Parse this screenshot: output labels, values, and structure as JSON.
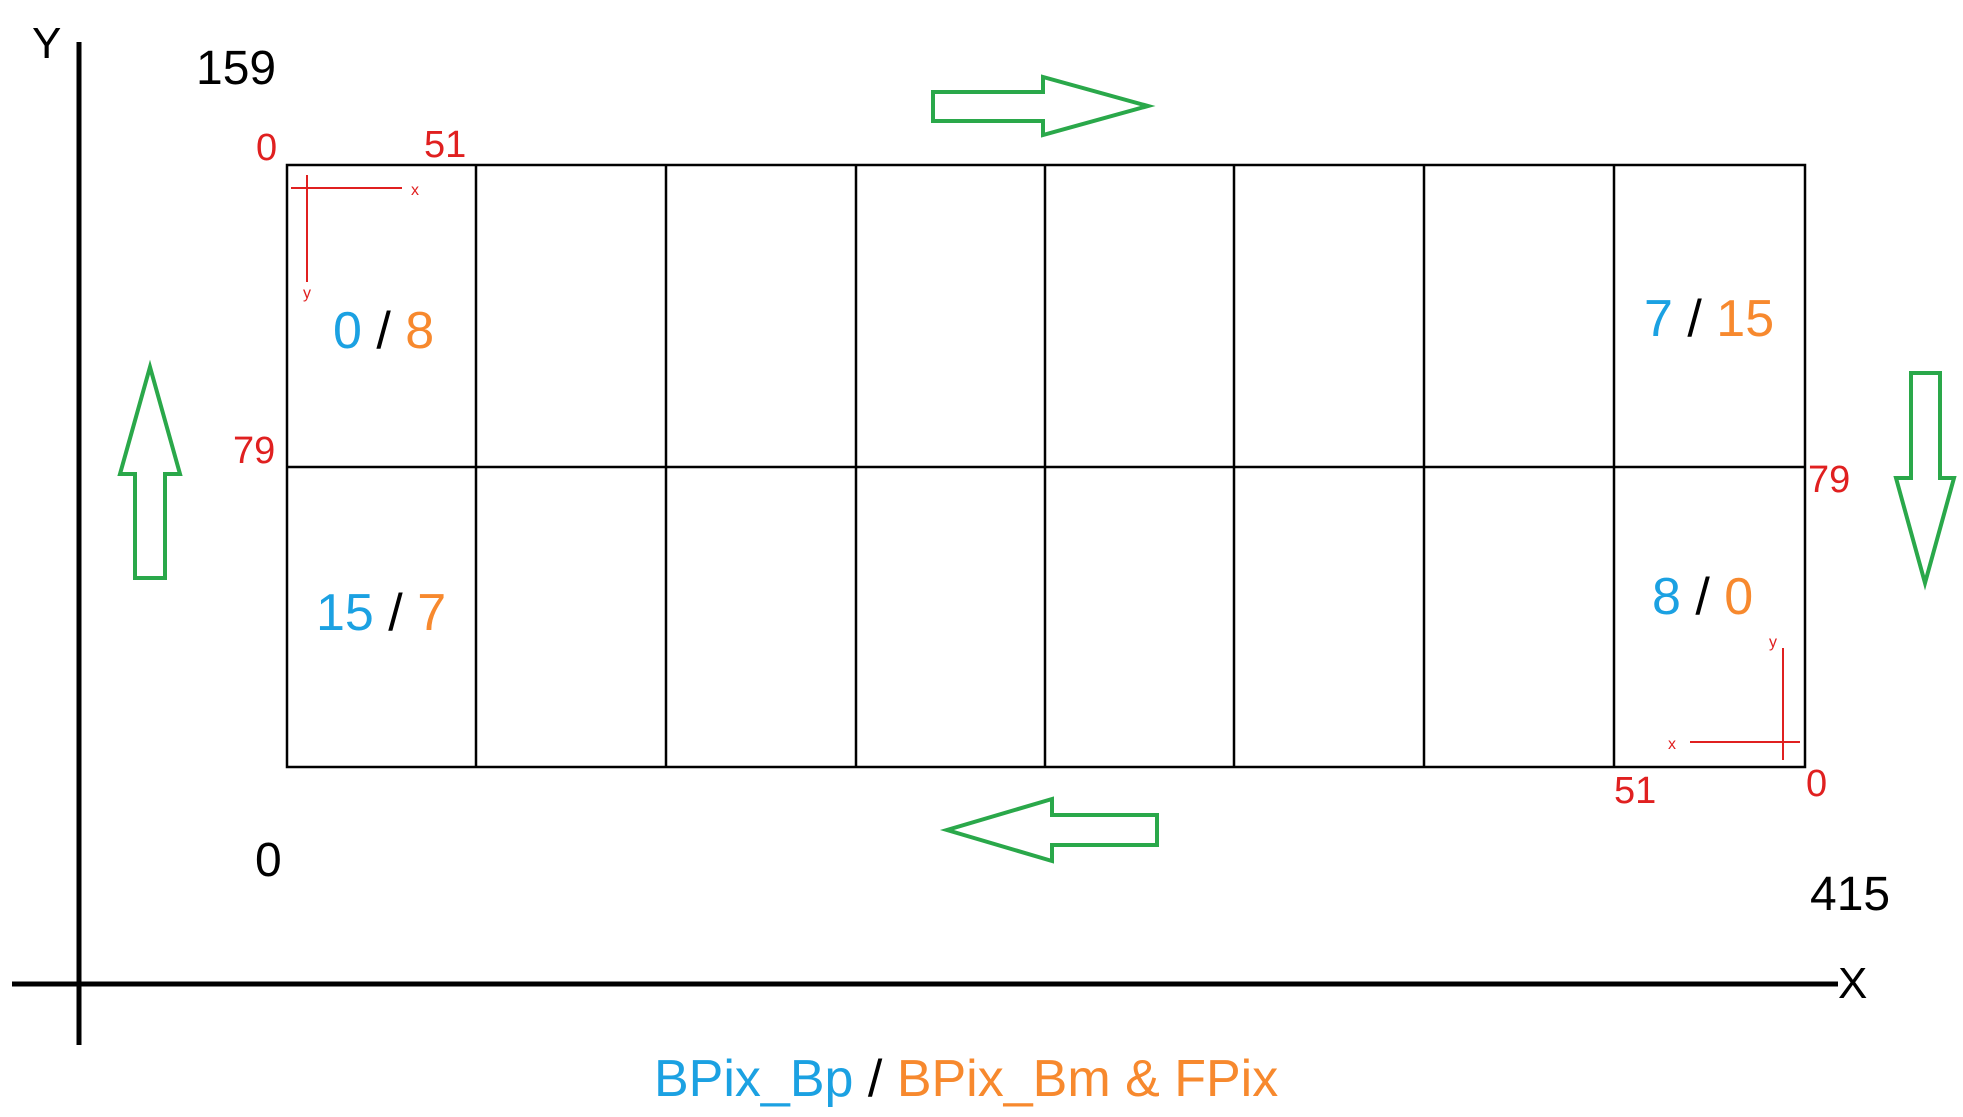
{
  "axes": {
    "y_label": "Y",
    "x_label": "X",
    "y_max": "159",
    "origin": "0",
    "x_max": "415"
  },
  "corner_labels": {
    "top_left_zero": "0",
    "top_left_col": "51",
    "left_row": "79",
    "right_row": "79",
    "bottom_right_col": "51",
    "bottom_right_zero": "0"
  },
  "local_axes": {
    "top_left_x": "x",
    "top_left_y": "y",
    "bottom_right_x": "x",
    "bottom_right_y": "y"
  },
  "chips": {
    "top_left": {
      "a": "0",
      "sep": "/",
      "b": "8"
    },
    "top_right": {
      "a": "7",
      "sep": "/",
      "b": "15"
    },
    "bottom_left": {
      "a": "15",
      "sep": "/",
      "b": "7"
    },
    "bottom_right": {
      "a": "8",
      "sep": "/",
      "b": "0"
    }
  },
  "legend": {
    "part_a": "BPix_Bp",
    "sep": "/",
    "part_b": "BPix_Bm & FPix"
  },
  "colors": {
    "blue": "#1ba1e2",
    "orange": "#f7892e",
    "red": "#e02020",
    "green": "#2aa84a",
    "black": "#000000"
  },
  "grid": {
    "columns": 8,
    "rows": 2
  }
}
